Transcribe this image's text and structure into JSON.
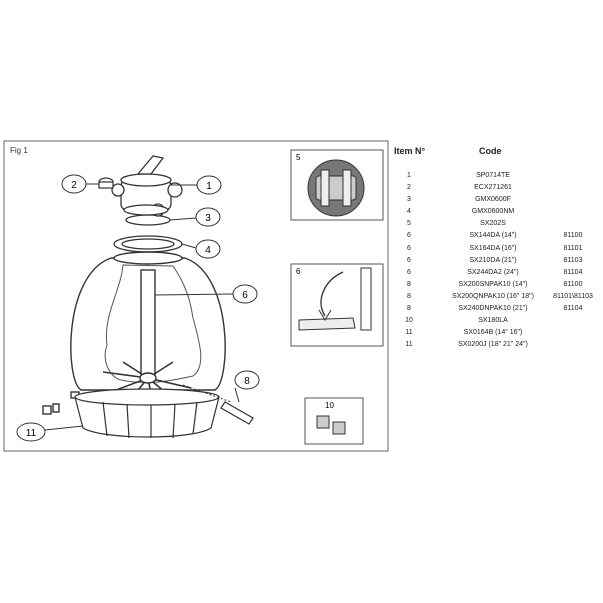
{
  "figure": {
    "label": "Fig 1",
    "callouts": [
      "1",
      "2",
      "3",
      "4",
      "5",
      "6",
      "8",
      "10",
      "11"
    ]
  },
  "table": {
    "header_item": "Item N°",
    "header_code": "Code",
    "rows": [
      {
        "item": "1",
        "code": "SP0714TE",
        "alt": ""
      },
      {
        "item": "2",
        "code": "ECX271261",
        "alt": ""
      },
      {
        "item": "3",
        "code": "GMX0600F",
        "alt": ""
      },
      {
        "item": "4",
        "code": "GMX0600NM",
        "alt": ""
      },
      {
        "item": "5",
        "code": "SX202S",
        "alt": ""
      },
      {
        "item": "6",
        "code": "SX144DA (14\")",
        "alt": "81100"
      },
      {
        "item": "6",
        "code": "SX164DA (16\")",
        "alt": "81101"
      },
      {
        "item": "6",
        "code": "SX210DA (21\")",
        "alt": "81103"
      },
      {
        "item": "6",
        "code": "SX244DA2 (24\")",
        "alt": "81104"
      },
      {
        "item": "8",
        "code": "SX200SNPAK10 (14\")",
        "alt": "81100"
      },
      {
        "item": "8",
        "code": "SX200QNPAK10 (16\" 18\")",
        "alt": "81101\\81103"
      },
      {
        "item": "8",
        "code": "SX240DNPAK10 (21\")",
        "alt": "81104"
      },
      {
        "item": "10",
        "code": "SX180LA",
        "alt": ""
      },
      {
        "item": "11",
        "code": "SX0164B (14\" 16\")",
        "alt": ""
      },
      {
        "item": "11",
        "code": "SX0200J (18\" 21\" 24\")",
        "alt": ""
      }
    ]
  }
}
